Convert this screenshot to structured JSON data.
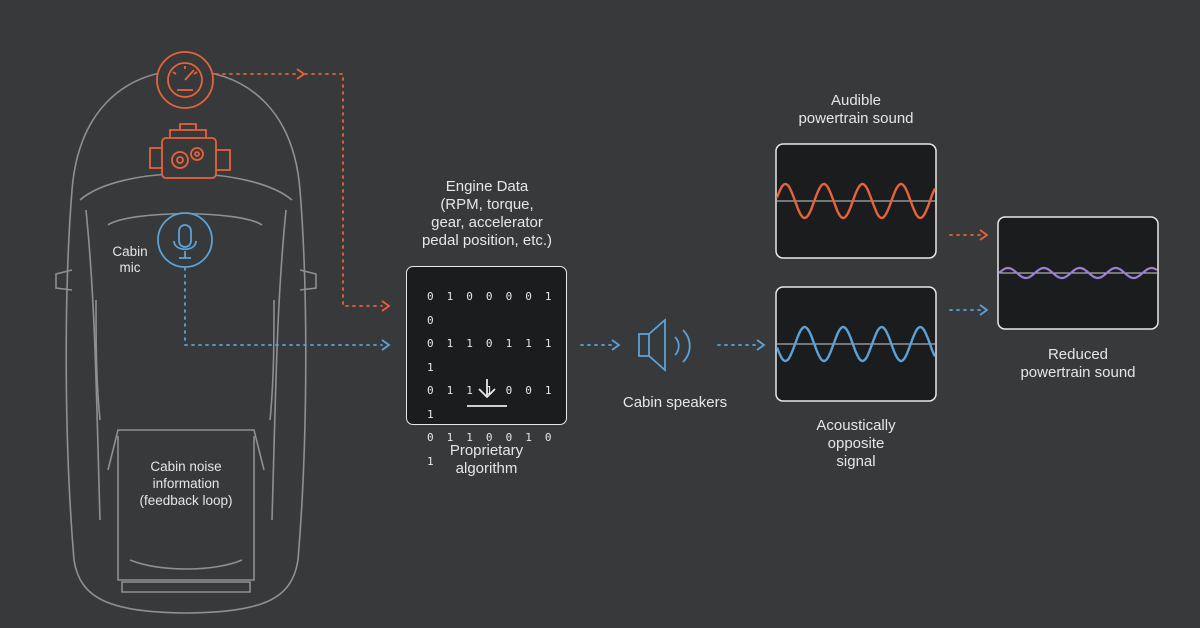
{
  "colors": {
    "background": "#37393b",
    "outline": "#8e9091",
    "orange": "#e8623a",
    "blue": "#5aa2d8",
    "purple": "#9d80d6",
    "panel": "#1b1c1e",
    "text": "#e6e6e6"
  },
  "icons": [
    "speedometer-icon",
    "engine-gears-icon",
    "microphone-icon",
    "download-icon",
    "speaker-icon"
  ],
  "labels": {
    "cabin_mic": "Cabin\nmic",
    "cabin_noise": "Cabin noise\ninformation\n(feedback loop)",
    "engine_data": "Engine Data\n(RPM, torque,\ngear, accelerator\npedal position, etc.)",
    "algorithm": "Proprietary\nalgorithm",
    "speakers": "Cabin speakers",
    "audible": "Audible\npowertrain sound",
    "opposite": "Acoustically\nopposite\nsignal",
    "reduced": "Reduced\npowertrain sound"
  },
  "binary_rows": [
    "0 1 0 0 0 0 1 0",
    "0 1 1 0 1 1 1 1",
    "0 1 1 1 0 0 1 1",
    "0 1 1 0 0 1 0 1"
  ]
}
